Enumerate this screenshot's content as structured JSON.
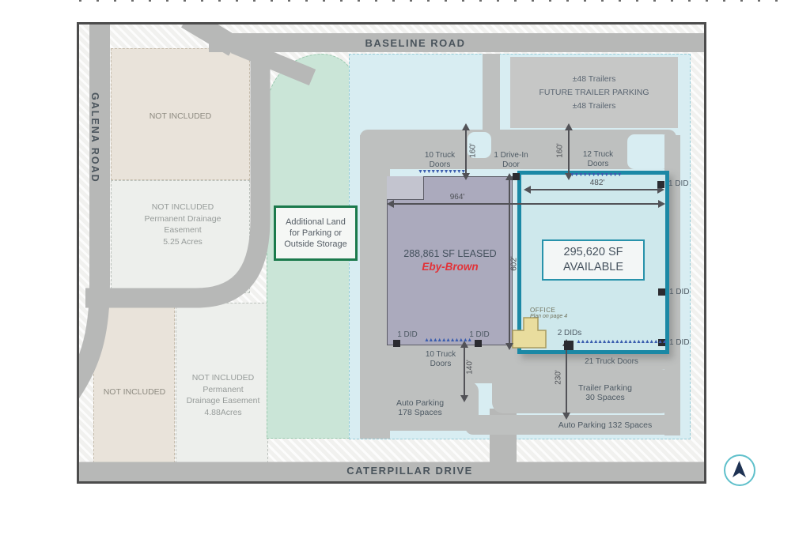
{
  "roads": {
    "baseline": "BASELINE ROAD",
    "galena": "GALENA ROAD",
    "caterpillar": "CATERPILLAR DRIVE"
  },
  "parcels": {
    "ni_top": {
      "label": "NOT INCLUDED"
    },
    "easement_525": {
      "lines": [
        "NOT INCLUDED",
        "Permanent Drainage",
        "Easement",
        "5.25 Acres"
      ]
    },
    "ni_bottom": {
      "label": "NOT INCLUDED"
    },
    "easement_488": {
      "lines": [
        "NOT INCLUDED",
        "Permanent",
        "Drainage Easement",
        "4.88Acres"
      ]
    },
    "additional_land": {
      "lines": [
        "Additional Land",
        "for Parking or",
        "Outside Storage"
      ]
    }
  },
  "future_parking": {
    "lines": [
      "±48 Trailers",
      "FUTURE TRAILER PARKING",
      "±48 Trailers"
    ]
  },
  "buildings": {
    "leased": {
      "sf": "288,861 SF LEASED",
      "tenant": "Eby-Brown"
    },
    "available": {
      "line1": "295,620 SF",
      "line2": "AVAILABLE"
    },
    "office": {
      "title": "OFFICE",
      "note": "Plan on page 4"
    }
  },
  "doors": {
    "top_left": [
      "10 Truck",
      "Doors"
    ],
    "drive_in": [
      "1 Drive-In",
      "Door"
    ],
    "top_right": [
      "12 Truck",
      "Doors"
    ],
    "bottom_left": [
      "10 Truck",
      "Doors"
    ],
    "bottom_right": "21 Truck Doors",
    "did": "1 DID",
    "dids2": "2 DIDs"
  },
  "dimensions": {
    "length_total": "964'",
    "length_available": "482'",
    "depth": "602'",
    "north_court": "160'",
    "south_court_left": "140'",
    "south_court_right": "230'"
  },
  "parking": {
    "auto_178": [
      "Auto Parking",
      "178 Spaces"
    ],
    "trailer_30": [
      "Trailer Parking",
      "30 Spaces"
    ],
    "auto_132": "Auto Parking 132 Spaces"
  },
  "icons": {
    "doors_down_10": "▼▼▼▼▼▼▼▼▼▼▼",
    "doors_down_12": "▼▼▼▼▼▼▼▼▼▼▼▼",
    "doors_up_10": "▲▲▲▲▲▲▲▲▲▲▲",
    "doors_up_21": "▲▲▲▲▲▲▲▲▲▲▲▲▲▲▲▲▲▲▲▲▲",
    "north_arrow": "compass-north-arrow"
  },
  "colors": {
    "teal_accent": "#1b88a5",
    "green_accent": "#1b7a4c",
    "tenant_red": "#e23238",
    "door_blue": "#3a5dae"
  }
}
